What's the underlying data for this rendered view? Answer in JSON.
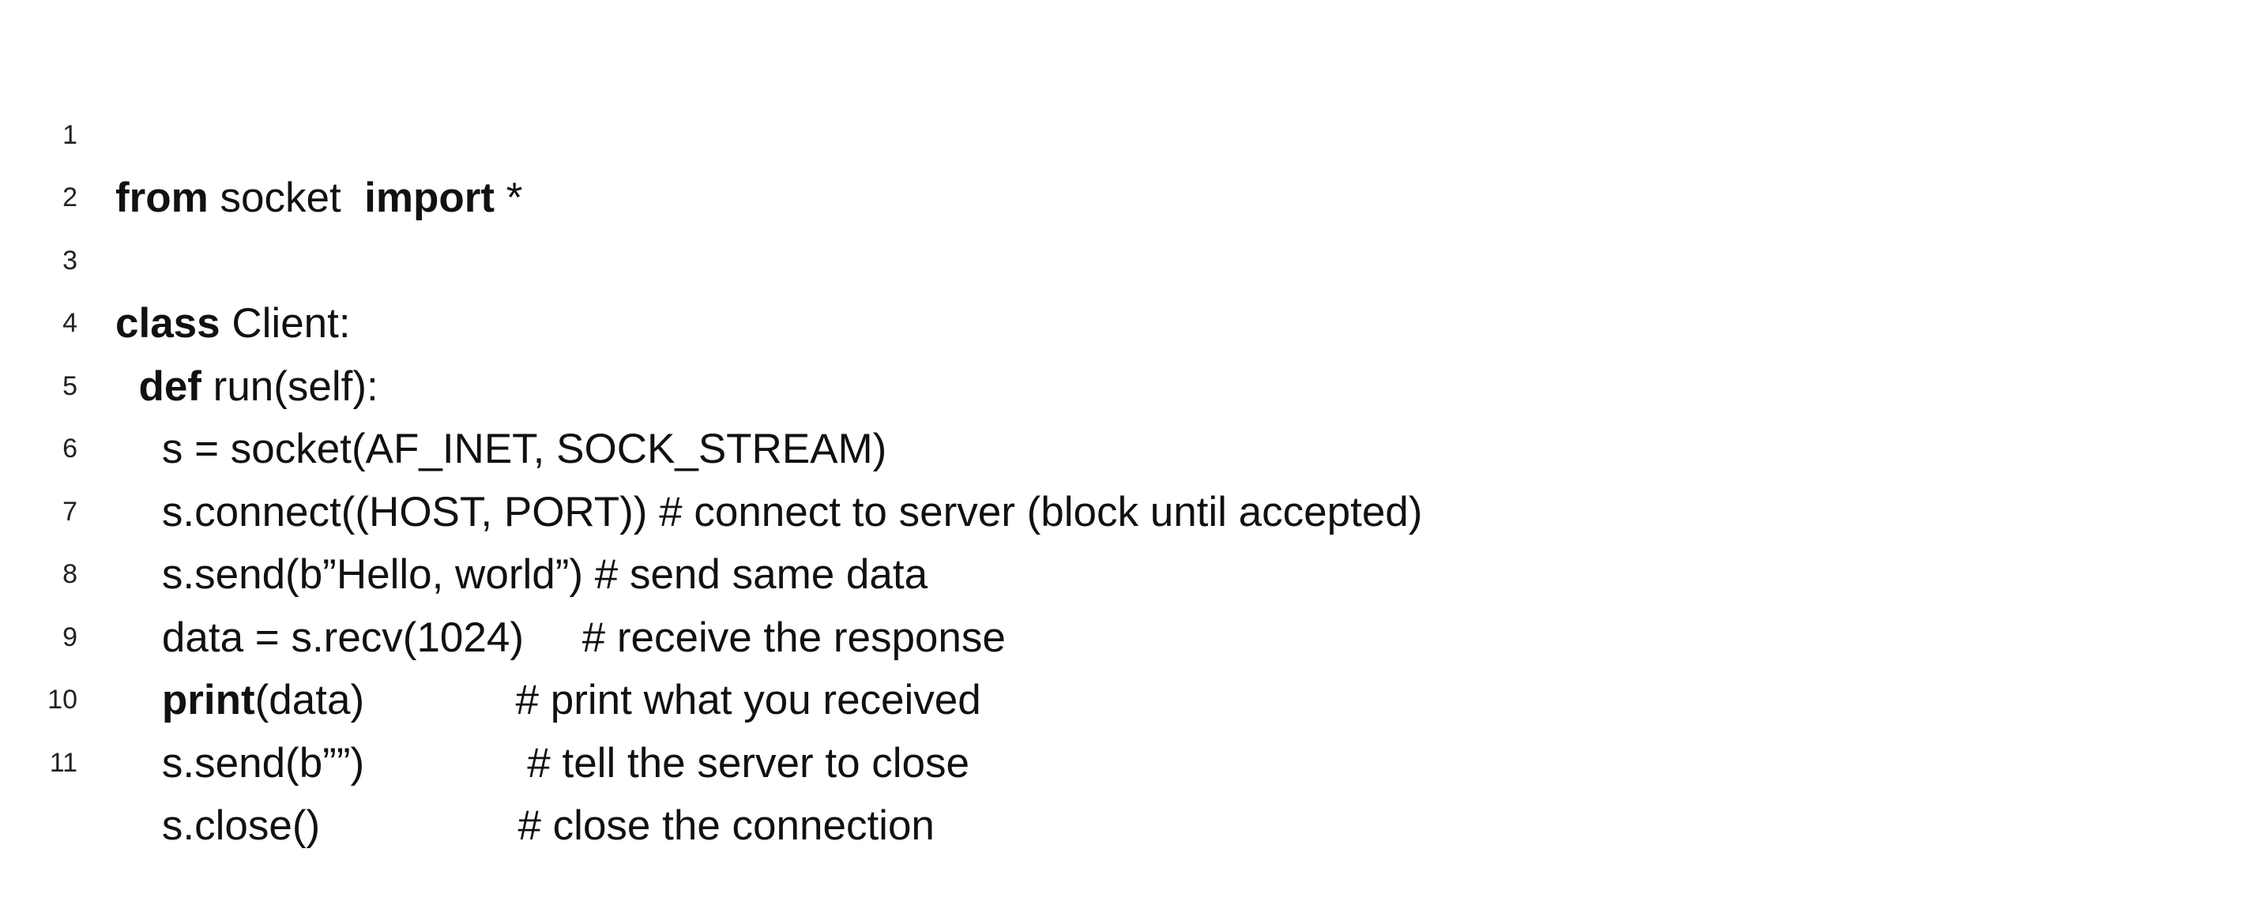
{
  "code_listing": {
    "lines": [
      {
        "number": "1",
        "indent": "",
        "keyword": "from",
        "text_a": " socket  ",
        "keyword2": "import",
        "text_b": " *"
      },
      {
        "number": "2",
        "indent": "",
        "keyword": "",
        "text_a": "",
        "keyword2": "",
        "text_b": ""
      },
      {
        "number": "3",
        "indent": "",
        "keyword": "class",
        "text_a": " Client:",
        "keyword2": "",
        "text_b": ""
      },
      {
        "number": "4",
        "indent": "  ",
        "keyword": "def",
        "text_a": " run(self):",
        "keyword2": "",
        "text_b": ""
      },
      {
        "number": "5",
        "indent": "    ",
        "keyword": "",
        "text_a": "s = socket(AF_INET, SOCK_STREAM)",
        "keyword2": "",
        "text_b": ""
      },
      {
        "number": "6",
        "indent": "    ",
        "keyword": "",
        "text_a": "s.connect((HOST, PORT)) # connect to server (block until accepted)",
        "keyword2": "",
        "text_b": ""
      },
      {
        "number": "7",
        "indent": "    ",
        "keyword": "",
        "text_a": "s.send(b”Hello, world”) # send same data",
        "keyword2": "",
        "text_b": ""
      },
      {
        "number": "8",
        "indent": "    ",
        "keyword": "",
        "text_a": "data = s.recv(1024)     # receive the response",
        "keyword2": "",
        "text_b": ""
      },
      {
        "number": "9",
        "indent": "    ",
        "keyword": "print",
        "text_a": "(data)             # print what you received",
        "keyword2": "",
        "text_b": ""
      },
      {
        "number": "10",
        "indent": "    ",
        "keyword": "",
        "text_a": "s.send(b””)              # tell the server to close",
        "keyword2": "",
        "text_b": ""
      },
      {
        "number": "11",
        "indent": "    ",
        "keyword": "",
        "text_a": "s.close()                 # close the connection",
        "keyword2": "",
        "text_b": ""
      }
    ]
  }
}
